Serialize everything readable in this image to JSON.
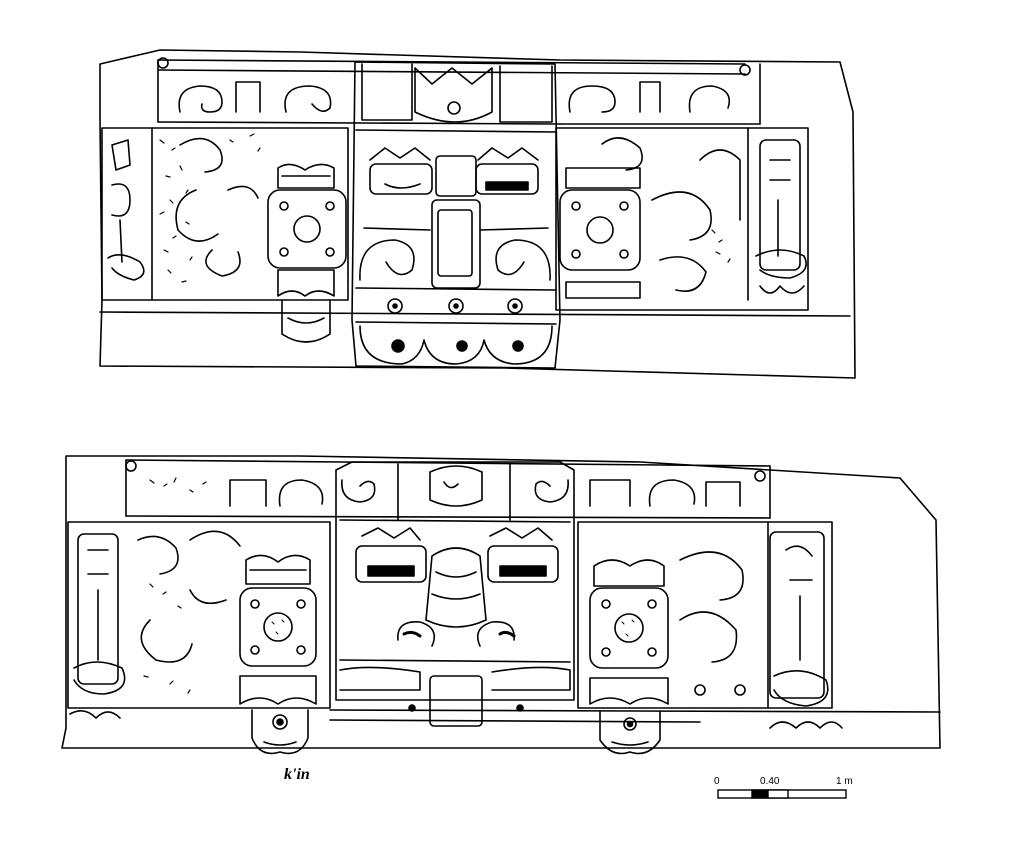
{
  "figure": {
    "caption_label": "k'in",
    "scale_bar": {
      "ticks": [
        "0",
        "0.40",
        "1 m"
      ]
    }
  },
  "colors": {
    "ink": "#000000",
    "paper": "#ffffff"
  }
}
